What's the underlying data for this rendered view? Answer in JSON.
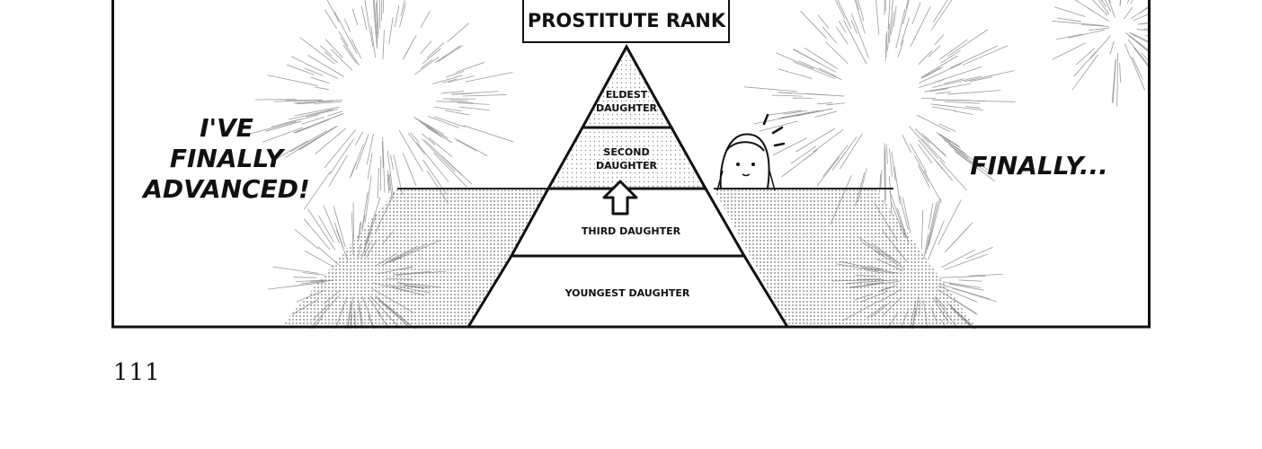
{
  "panel": {
    "title": "PROSTITUTE RANK",
    "tiers": [
      {
        "lines": [
          "ELDEST",
          "DAUGHTER"
        ]
      },
      {
        "lines": [
          "SECOND",
          "DAUGHTER"
        ]
      },
      {
        "lines": [
          "THIRD DAUGHTER"
        ]
      },
      {
        "lines": [
          "YOUNGEST DAUGHTER"
        ]
      }
    ],
    "speech_left": [
      "I'VE",
      "FINALLY",
      "ADVANCED!"
    ],
    "speech_right": "FINALLY..."
  },
  "page": {
    "number": "111"
  }
}
